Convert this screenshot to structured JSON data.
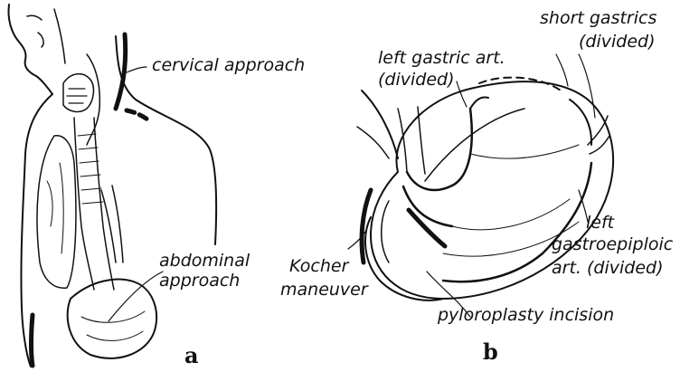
{
  "panel_a": {
    "letter": "a",
    "labels": {
      "cervical": "cervical approach",
      "abdominal_line1": "abdominal",
      "abdominal_line2": "approach"
    }
  },
  "panel_b": {
    "letter": "b",
    "labels": {
      "left_gastric_line1": "left gastric art.",
      "left_gastric_line2": "(divided)",
      "short_gastrics_line1": "short gastrics",
      "short_gastrics_line2": "(divided)",
      "left_gastroepiploic_line1": "left",
      "left_gastroepiploic_line2": "gastroepiploic",
      "left_gastroepiploic_line3": "art. (divided)",
      "kocher_line1": "Kocher",
      "kocher_line2": "maneuver",
      "pyloroplasty": "pyloroplasty incision"
    }
  },
  "colors": {
    "ink": "#111111",
    "background": "#ffffff"
  }
}
